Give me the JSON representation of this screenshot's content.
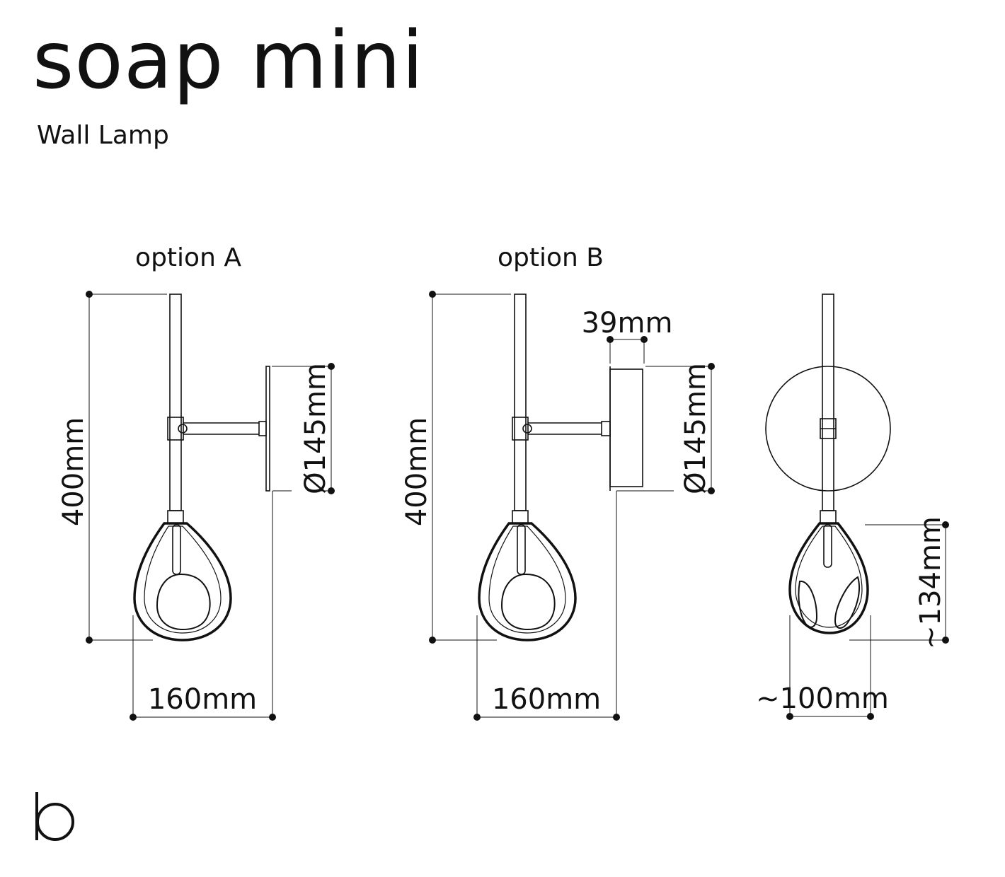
{
  "product": {
    "title": "soap mini",
    "subtitle": "Wall Lamp"
  },
  "options": [
    {
      "label": "option A",
      "height": "400mm",
      "depth": "160mm",
      "plate_diameter": "Ø145mm"
    },
    {
      "label": "option B",
      "height": "400mm",
      "depth": "160mm",
      "plate_diameter": "Ø145mm",
      "plate_thickness": "39mm"
    }
  ],
  "front_view": {
    "glass_height": "~134mm",
    "glass_width": "~100mm"
  },
  "logo": {
    "glyph": "b"
  },
  "colors": {
    "line": "#111111",
    "background": "#ffffff"
  }
}
